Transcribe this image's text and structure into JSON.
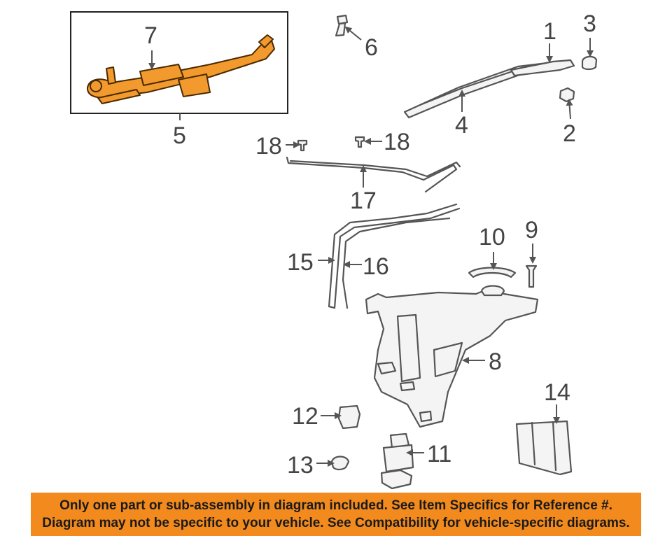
{
  "callouts": {
    "c1": "1",
    "c2": "2",
    "c3": "3",
    "c4": "4",
    "c5": "5",
    "c6": "6",
    "c7": "7",
    "c8": "8",
    "c9": "9",
    "c10": "10",
    "c11": "11",
    "c12": "12",
    "c13": "13",
    "c14": "14",
    "c15": "15",
    "c16": "16",
    "c17": "17",
    "c18a": "18",
    "c18b": "18"
  },
  "highlighted_parts": [
    "5",
    "7"
  ],
  "colors": {
    "highlight": "#f29a2e",
    "banner": "#f28a1d",
    "line": "#555555"
  },
  "banner": {
    "line1": "Only one part or sub-assembly in diagram included. See Item Specifics for Reference #.",
    "line2": "Diagram may not be specific to your vehicle. See Compatibility for vehicle-specific diagrams."
  }
}
